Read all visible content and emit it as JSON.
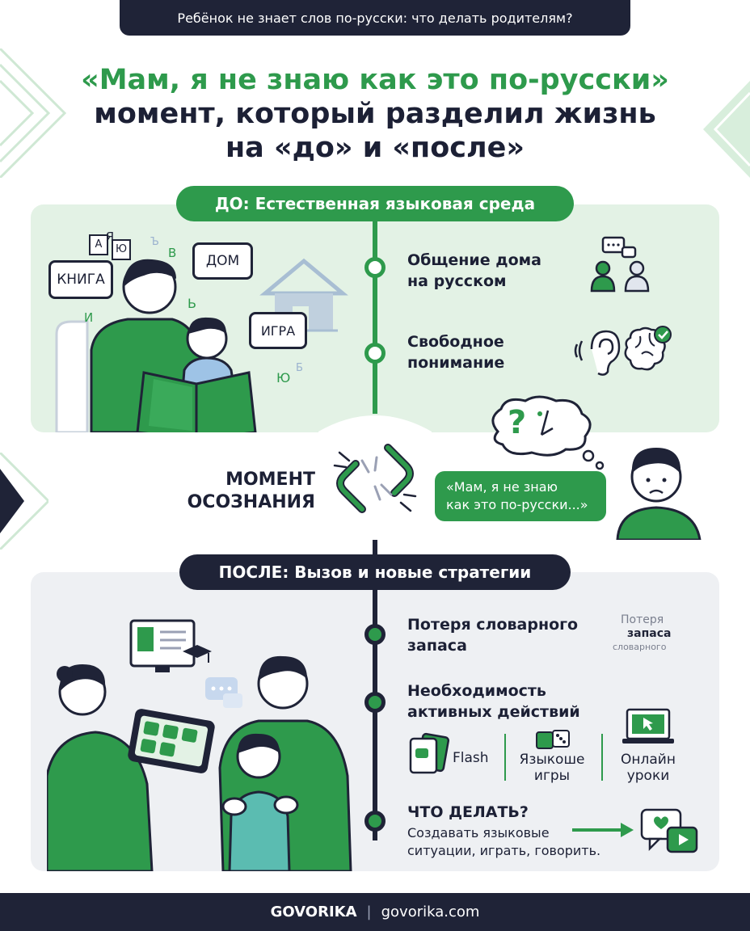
{
  "header": {
    "title": "Ребёнок не знает слов по-русски: что делать родителям?"
  },
  "headline": {
    "line1": "«Мам, я не знаю как это по-русски»",
    "line2": "момент, который разделил жизнь",
    "line3": "на «до» и «после»"
  },
  "before": {
    "pill": "ДО: Естественная языковая среда",
    "scene_words": {
      "book": "КНИГА",
      "home": "ДОМ",
      "game": "ИГРА"
    },
    "scene_letters": [
      "А",
      "Я",
      "Ю",
      "В",
      "Ь",
      "И",
      "Ю",
      "Б",
      "Ъ"
    ],
    "items": [
      {
        "line1": "Общение дома",
        "line2": "на русском"
      },
      {
        "line1": "Свободное",
        "line2": "понимание"
      }
    ]
  },
  "moment": {
    "label_line1": "МОМЕНТ",
    "label_line2": "ОСОЗНАНИЯ",
    "speech_line1": "«Мам, я не знаю",
    "speech_line2": "как это по-русски...»",
    "thought": "?"
  },
  "after": {
    "pill": "ПОСЛЕ: Вызов и новые стратегии",
    "items": [
      {
        "line1": "Потеря словарного",
        "line2": "запаса"
      },
      {
        "line1": "Необходимость",
        "line2": "активных действий"
      }
    ],
    "wordcloud": {
      "w1": "Потеря",
      "w2": "запаса",
      "w3": "словарного"
    },
    "strategies": [
      {
        "label": "Flash"
      },
      {
        "line1": "Языкоше",
        "line2": "игры"
      },
      {
        "line1": "Онлайн",
        "line2": "уроки"
      }
    ],
    "todo": {
      "title": "ЧТО ДЕЛАТЬ?",
      "line1": "Создавать языковые",
      "line2": "ситуации, играть, говорить."
    }
  },
  "footer": {
    "brand": "GOVORIKA",
    "separator": "|",
    "site": "govorika.com"
  },
  "colors": {
    "green": "#2e9a4c",
    "navy": "#1f2337",
    "light_green": "#e3f2e5",
    "light_gray": "#eef0f3"
  }
}
